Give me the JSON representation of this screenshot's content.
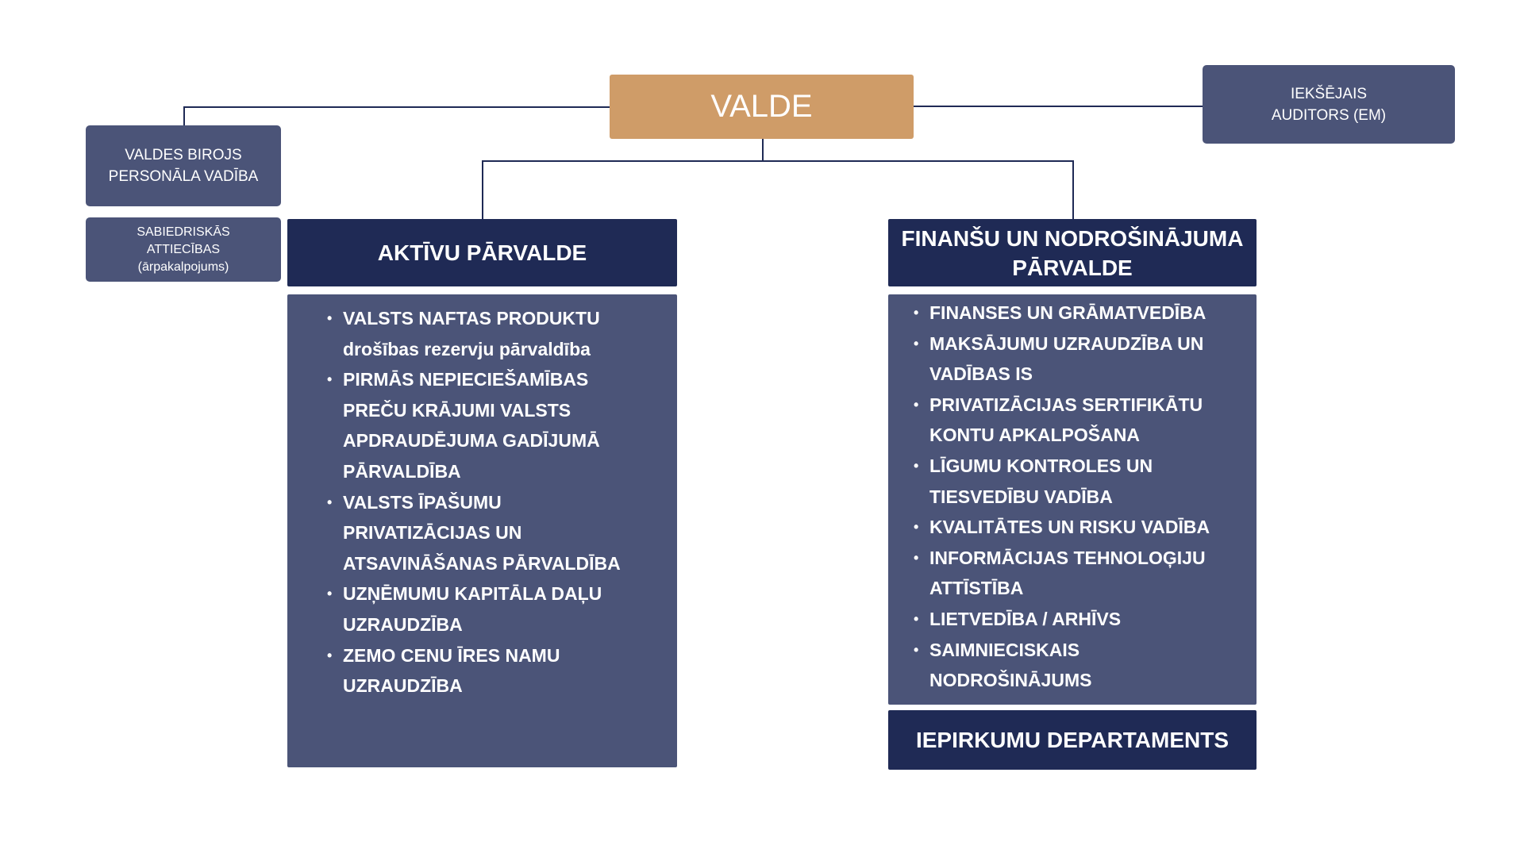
{
  "board": {
    "title": "VALDE",
    "color": "#cf9c68"
  },
  "auditor": {
    "line1": "IEKŠĒJAIS",
    "line2": "AUDITORS (EM)"
  },
  "office": {
    "line1": "VALDES BIROJS",
    "line2": "PERSONĀLA VADĪBA"
  },
  "pr": {
    "line1": "SABIEDRISKĀS",
    "line2": "ATTIECĪBAS",
    "line3": "(ārpakalpojums)"
  },
  "assets": {
    "title": "AKTĪVU PĀRVALDE",
    "items": [
      "VALSTS NAFTAS PRODUKTU drošības rezervju pārvaldība",
      "PIRMĀS NEPIECIEŠAMĪBAS PREČU KRĀJUMI VALSTS APDRAUDĒJUMA GADĪJUMĀ PĀRVALDĪBA",
      "VALSTS ĪPAŠUMU PRIVATIZĀCIJAS UN ATSAVINĀŠANAS PĀRVALDĪBA",
      "UZŅĒMUMU KAPITĀLA DAĻU UZRAUDZĪBA",
      "ZEMO CENU ĪRES NAMU UZRAUDZĪBA"
    ]
  },
  "finance": {
    "title": "FINANŠU UN NODROŠINĀJUMA PĀRVALDE",
    "items": [
      "FINANSES UN GRĀMATVEDĪBA",
      "MAKSĀJUMU UZRAUDZĪBA UN VADĪBAS IS",
      "PRIVATIZĀCIJAS SERTIFIKĀTU KONTU APKALPOŠANA",
      "LĪGUMU KONTROLES UN TIESVEDĪBU VADĪBA",
      "KVALITĀTES UN RISKU VADĪBA",
      "INFORMĀCIJAS TEHNOLOĢIJU ATTĪSTĪBA",
      "LIETVEDĪBA / ARHĪVS",
      "SAIMNIECISKAIS NODROŠINĀJUMS"
    ]
  },
  "procurement": {
    "title": "IEPIRKUMU DEPARTAMENTS"
  }
}
